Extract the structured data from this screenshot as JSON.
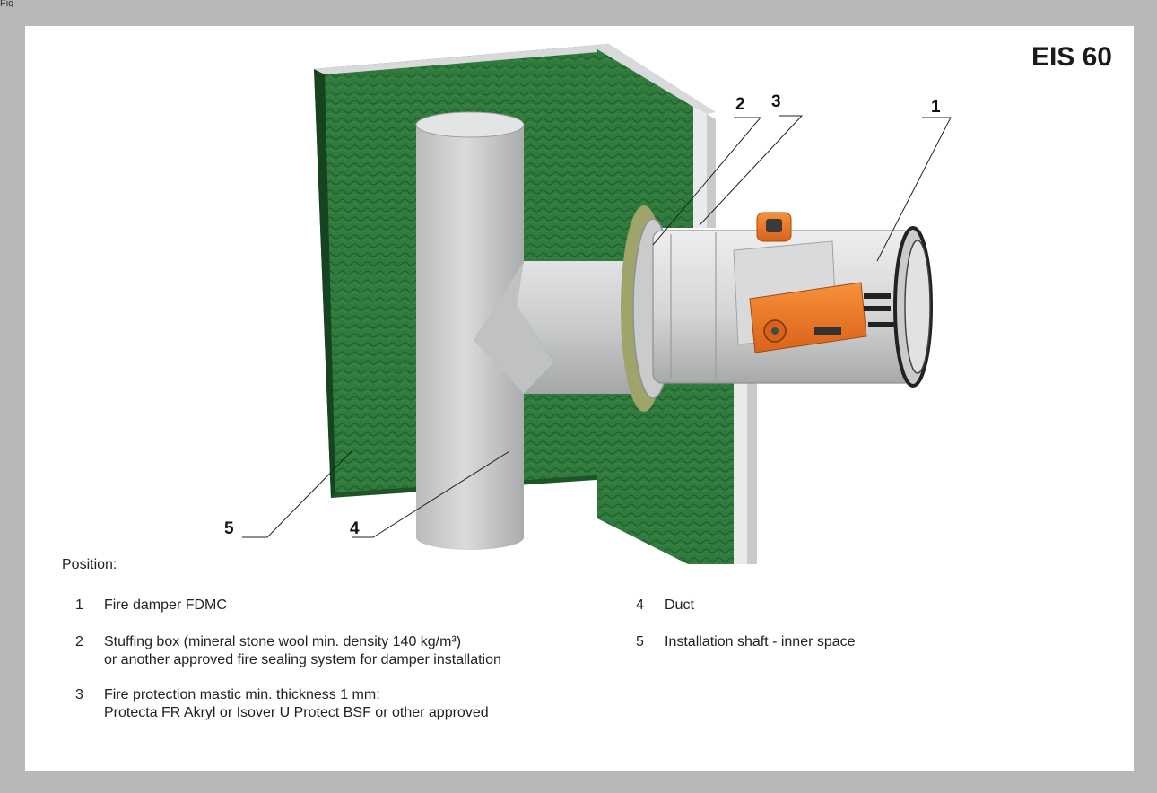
{
  "header_fragment": "Fig",
  "title": "EIS 60",
  "callouts": [
    "1",
    "2",
    "3",
    "4",
    "5"
  ],
  "legend": {
    "heading": "Position:",
    "items": [
      {
        "num": "1",
        "text": "Fire damper FDMC"
      },
      {
        "num": "2",
        "text": "Stuffing box (mineral stone wool min. density 140 kg/m³)\nor another approved fire sealing system for damper installation"
      },
      {
        "num": "3",
        "text": "Fire protection mastic min. thickness 1 mm:\nProtecta FR Akryl or Isover U Protect BSF or other approved"
      },
      {
        "num": "4",
        "text": "Duct"
      },
      {
        "num": "5",
        "text": "Installation shaft - inner space"
      }
    ]
  },
  "colors": {
    "background": "#b6b8ba",
    "panel": "#ffffff",
    "wool_green": "#2f7a3c",
    "wool_dark": "#1e5427",
    "board": "#e6e8ea",
    "duct": "#c9cbcd",
    "actuator": "#ef7a22"
  }
}
